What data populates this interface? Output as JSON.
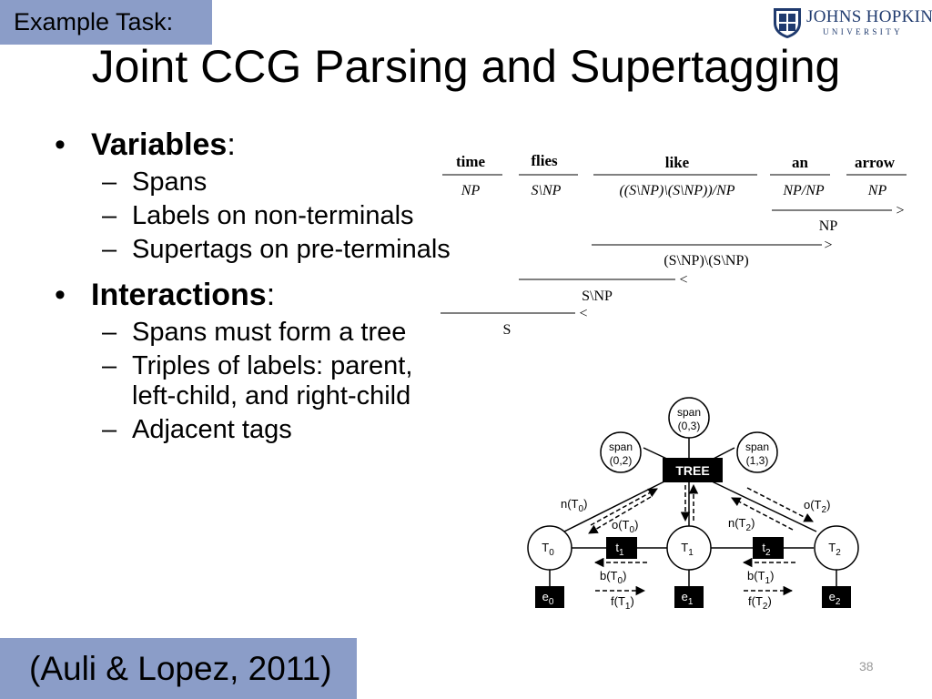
{
  "header": {
    "tag": "Example Task:",
    "title": "Joint CCG Parsing and Supertagging"
  },
  "logo": {
    "name": "JOHNS HOPKINS",
    "sub": "UNIVERSITY"
  },
  "bullets": [
    {
      "heading": "Variables",
      "colon": ":",
      "items": [
        "Spans",
        "Labels on non-terminals",
        "Supertags on pre-terminals"
      ]
    },
    {
      "heading": "Interactions",
      "colon": ":",
      "items": [
        "Spans must form a tree",
        "Triples of labels: parent, left-child, and right-child",
        "Adjacent tags"
      ]
    }
  ],
  "ccg": {
    "words": [
      "time",
      "flies",
      "like",
      "an",
      "arrow"
    ],
    "tags": [
      "NP",
      "S\\NP",
      "((S\\NP)\\(S\\NP))/NP",
      "NP/NP",
      "NP"
    ],
    "steps": [
      {
        "result": "NP",
        "dir": ">"
      },
      {
        "result": "(S\\NP)\\(S\\NP)",
        "dir": ">"
      },
      {
        "result": "S\\NP",
        "dir": "<"
      },
      {
        "result": "S",
        "dir": "<"
      }
    ]
  },
  "factor_graph": {
    "spans": [
      "span",
      "(0,3)",
      "(0,2)",
      "(1,3)"
    ],
    "tree_label": "TREE",
    "nodes": [
      "T",
      "0",
      "1",
      "2"
    ],
    "tags": [
      "t",
      "e"
    ],
    "messages": [
      "n(T",
      "o(T",
      "b(T",
      "f(T",
      ")"
    ]
  },
  "citation": "(Auli & Lopez, 2011)",
  "page_number": "38"
}
